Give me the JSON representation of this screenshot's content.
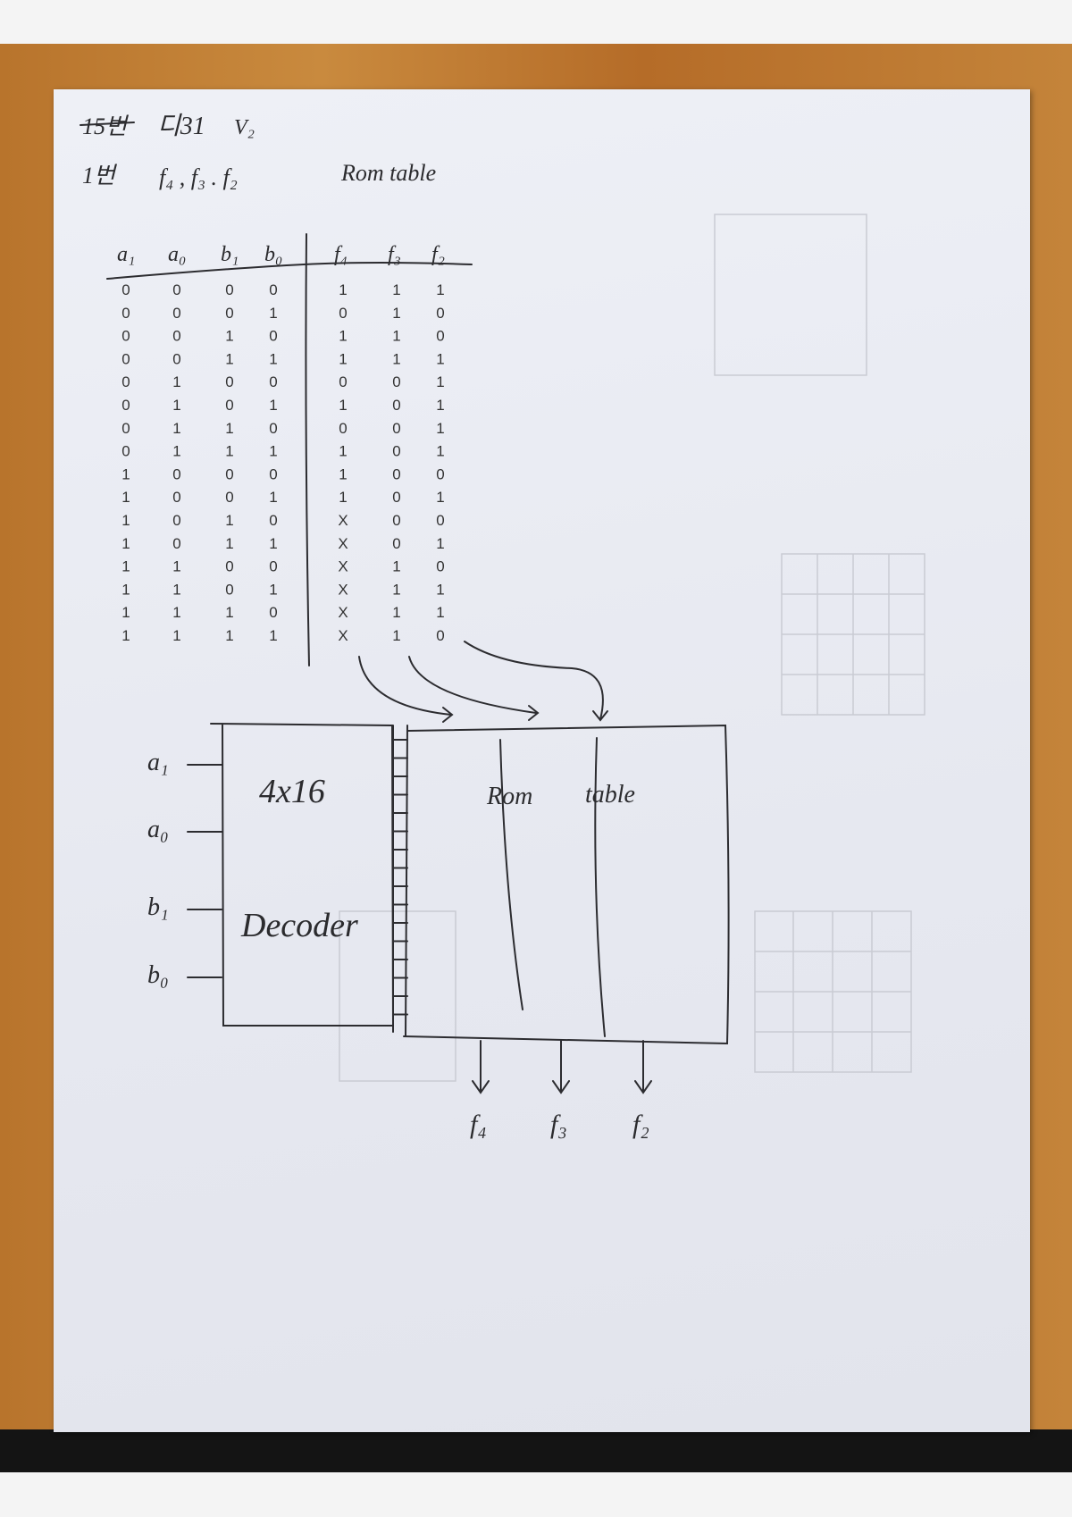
{
  "header": {
    "struck_text": "15번",
    "label": "디31",
    "version": "V₂"
  },
  "problem": {
    "number": "1번",
    "functions": "f₄ , f₃ . f₂",
    "title": "Rom table"
  },
  "truth_table": {
    "input_headers": [
      "a₁",
      "a₀",
      "b₁",
      "b₀"
    ],
    "output_headers": [
      "f₄",
      "f₃",
      "f₂"
    ],
    "rows": [
      [
        "0",
        "0",
        "0",
        "0",
        "1",
        "1",
        "1"
      ],
      [
        "0",
        "0",
        "0",
        "1",
        "0",
        "1",
        "0"
      ],
      [
        "0",
        "0",
        "1",
        "0",
        "1",
        "1",
        "0"
      ],
      [
        "0",
        "0",
        "1",
        "1",
        "1",
        "1",
        "1"
      ],
      [
        "0",
        "1",
        "0",
        "0",
        "0",
        "0",
        "1"
      ],
      [
        "0",
        "1",
        "0",
        "1",
        "1",
        "0",
        "1"
      ],
      [
        "0",
        "1",
        "1",
        "0",
        "0",
        "0",
        "1"
      ],
      [
        "0",
        "1",
        "1",
        "1",
        "1",
        "0",
        "1"
      ],
      [
        "1",
        "0",
        "0",
        "0",
        "1",
        "0",
        "0"
      ],
      [
        "1",
        "0",
        "0",
        "1",
        "1",
        "0",
        "1"
      ],
      [
        "1",
        "0",
        "1",
        "0",
        "X",
        "0",
        "0"
      ],
      [
        "1",
        "0",
        "1",
        "1",
        "X",
        "0",
        "1"
      ],
      [
        "1",
        "1",
        "0",
        "0",
        "X",
        "1",
        "0"
      ],
      [
        "1",
        "1",
        "0",
        "1",
        "X",
        "1",
        "1"
      ],
      [
        "1",
        "1",
        "1",
        "0",
        "X",
        "1",
        "1"
      ],
      [
        "1",
        "1",
        "1",
        "1",
        "X",
        "1",
        "0"
      ]
    ]
  },
  "diagram": {
    "inputs": [
      "a₁",
      "a₀",
      "b₁",
      "b₀"
    ],
    "decoder_size": "4x16",
    "decoder_label": "Decoder",
    "rom_label_1": "Rom",
    "rom_label_2": "table",
    "outputs": [
      "f₄",
      "f₃",
      "f₂"
    ]
  }
}
